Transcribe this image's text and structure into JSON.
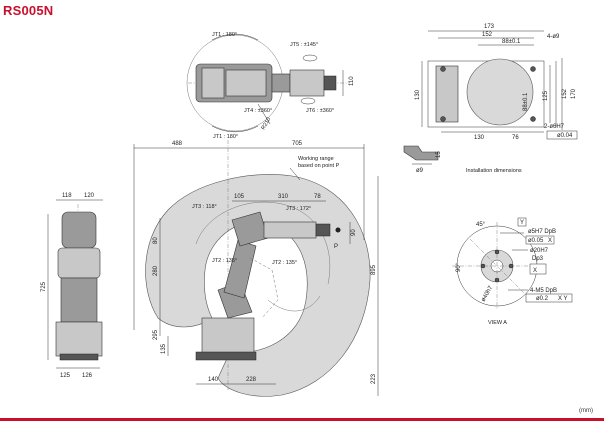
{
  "title": "RS005N",
  "unit": "(mm)",
  "top_view": {
    "jt1_top": "JT1 : 180°",
    "jt1_bottom": "JT1 : 180°",
    "jt4": "JT4 : ±360°",
    "jt5": "JT5 : ±145°",
    "jt6": "JT6 : ±360°",
    "r_dim": "R210",
    "dim_110": "110"
  },
  "side_view": {
    "d118": "118",
    "d120": "120",
    "d725": "725",
    "d125": "125",
    "d126": "126"
  },
  "main_view": {
    "d488": "488",
    "d705": "705",
    "working_range": "Working range",
    "based_on": "based on point P",
    "d105": "105",
    "d310": "310",
    "d78": "78",
    "jt3_left": "JT3 : 118°",
    "jt3_right": "JT3 : 172°",
    "jt2_left": "JT2 : 135°",
    "jt2_right": "JT2 : 135°",
    "d80": "80",
    "d280": "280",
    "d295": "295",
    "d135": "135",
    "d90": "90",
    "d895": "895",
    "d223": "223",
    "d140": "140",
    "d228": "228",
    "p_label": "P"
  },
  "base_view": {
    "d173": "173",
    "d152": "152",
    "d88": "88±0.1",
    "holes": "4-ø9",
    "d130_left": "130",
    "d125": "125",
    "d152v": "152",
    "d170": "170",
    "d88v": "88±0.1",
    "d130_bottom": "130",
    "d76": "76",
    "pin": "2-ø6H7",
    "tol": "ø0.04"
  },
  "install": {
    "d15": "15",
    "d9": "ø9",
    "caption": "Installation dimensions"
  },
  "view_a": {
    "a45": "45°",
    "a90": "90°",
    "pin_fit": "ø5H7 DpB",
    "tol1": "ø0.05",
    "ref1": "X",
    "ref_y": "Y",
    "d20": "ø20H7",
    "dp3": "Dp3",
    "pcd": "ø40h7",
    "screws": "4-M5 DpB",
    "tol2": "ø0.2",
    "ref2": "X Y",
    "caption": "VIEW A"
  }
}
